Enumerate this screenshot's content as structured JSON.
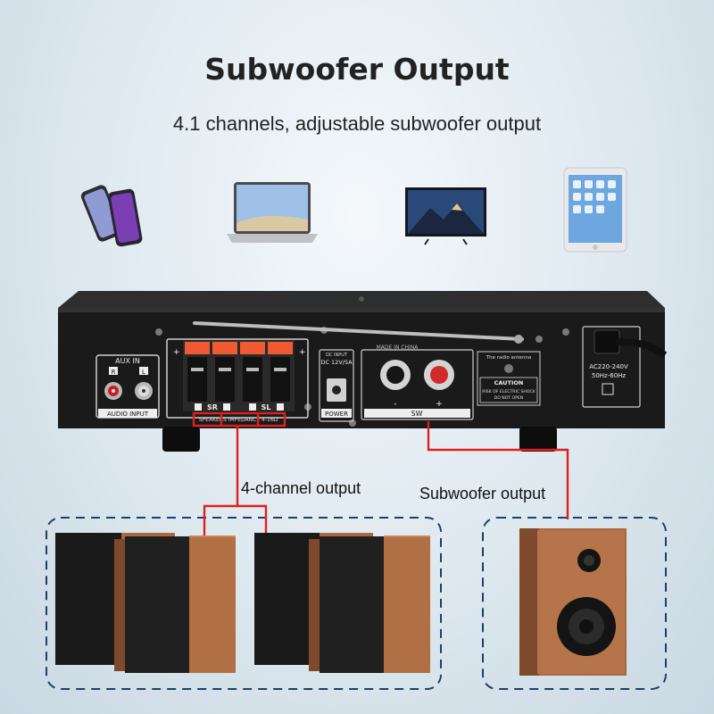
{
  "header": {
    "title": "Subwoofer Output",
    "subtitle": "4.1 channels, adjustable subwoofer output"
  },
  "devices": [
    {
      "name": "smartphone-icon"
    },
    {
      "name": "laptop-icon"
    },
    {
      "name": "tv-icon"
    },
    {
      "name": "tablet-icon"
    }
  ],
  "amplifier": {
    "aux_in_label": "AUX IN",
    "aux_r": "R",
    "aux_l": "L",
    "audio_input_label": "AUDIO INPUT",
    "sr_label": "SR",
    "sl_label": "SL",
    "speaker_impedance_label": "SPEAKERS IMPEDANCE 4-16Ω",
    "dc_input_label": "DC INPUT",
    "dc_rating": "DC 12V/5A",
    "power_label": "POWER",
    "made_in_label": "MADE IN CHINA",
    "sw_label": "SW",
    "sw_minus": "-",
    "sw_plus": "+",
    "radio_antenna_label": "The radio antenna",
    "caution_label": "CAUTION",
    "caution_line1": "RISK OF ELECTRIC SHOCK",
    "caution_line2": "DO NOT OPEN",
    "ac_line1": "AC220-240V",
    "ac_line2": "50Hz-60Hz"
  },
  "callouts": {
    "four_channel": "4-channel output",
    "subwoofer": "Subwoofer output"
  },
  "colors": {
    "wire": "#e02020",
    "dash": "#1e3f66",
    "wood": "#a9683f",
    "chassis": "#1a1a1a"
  }
}
